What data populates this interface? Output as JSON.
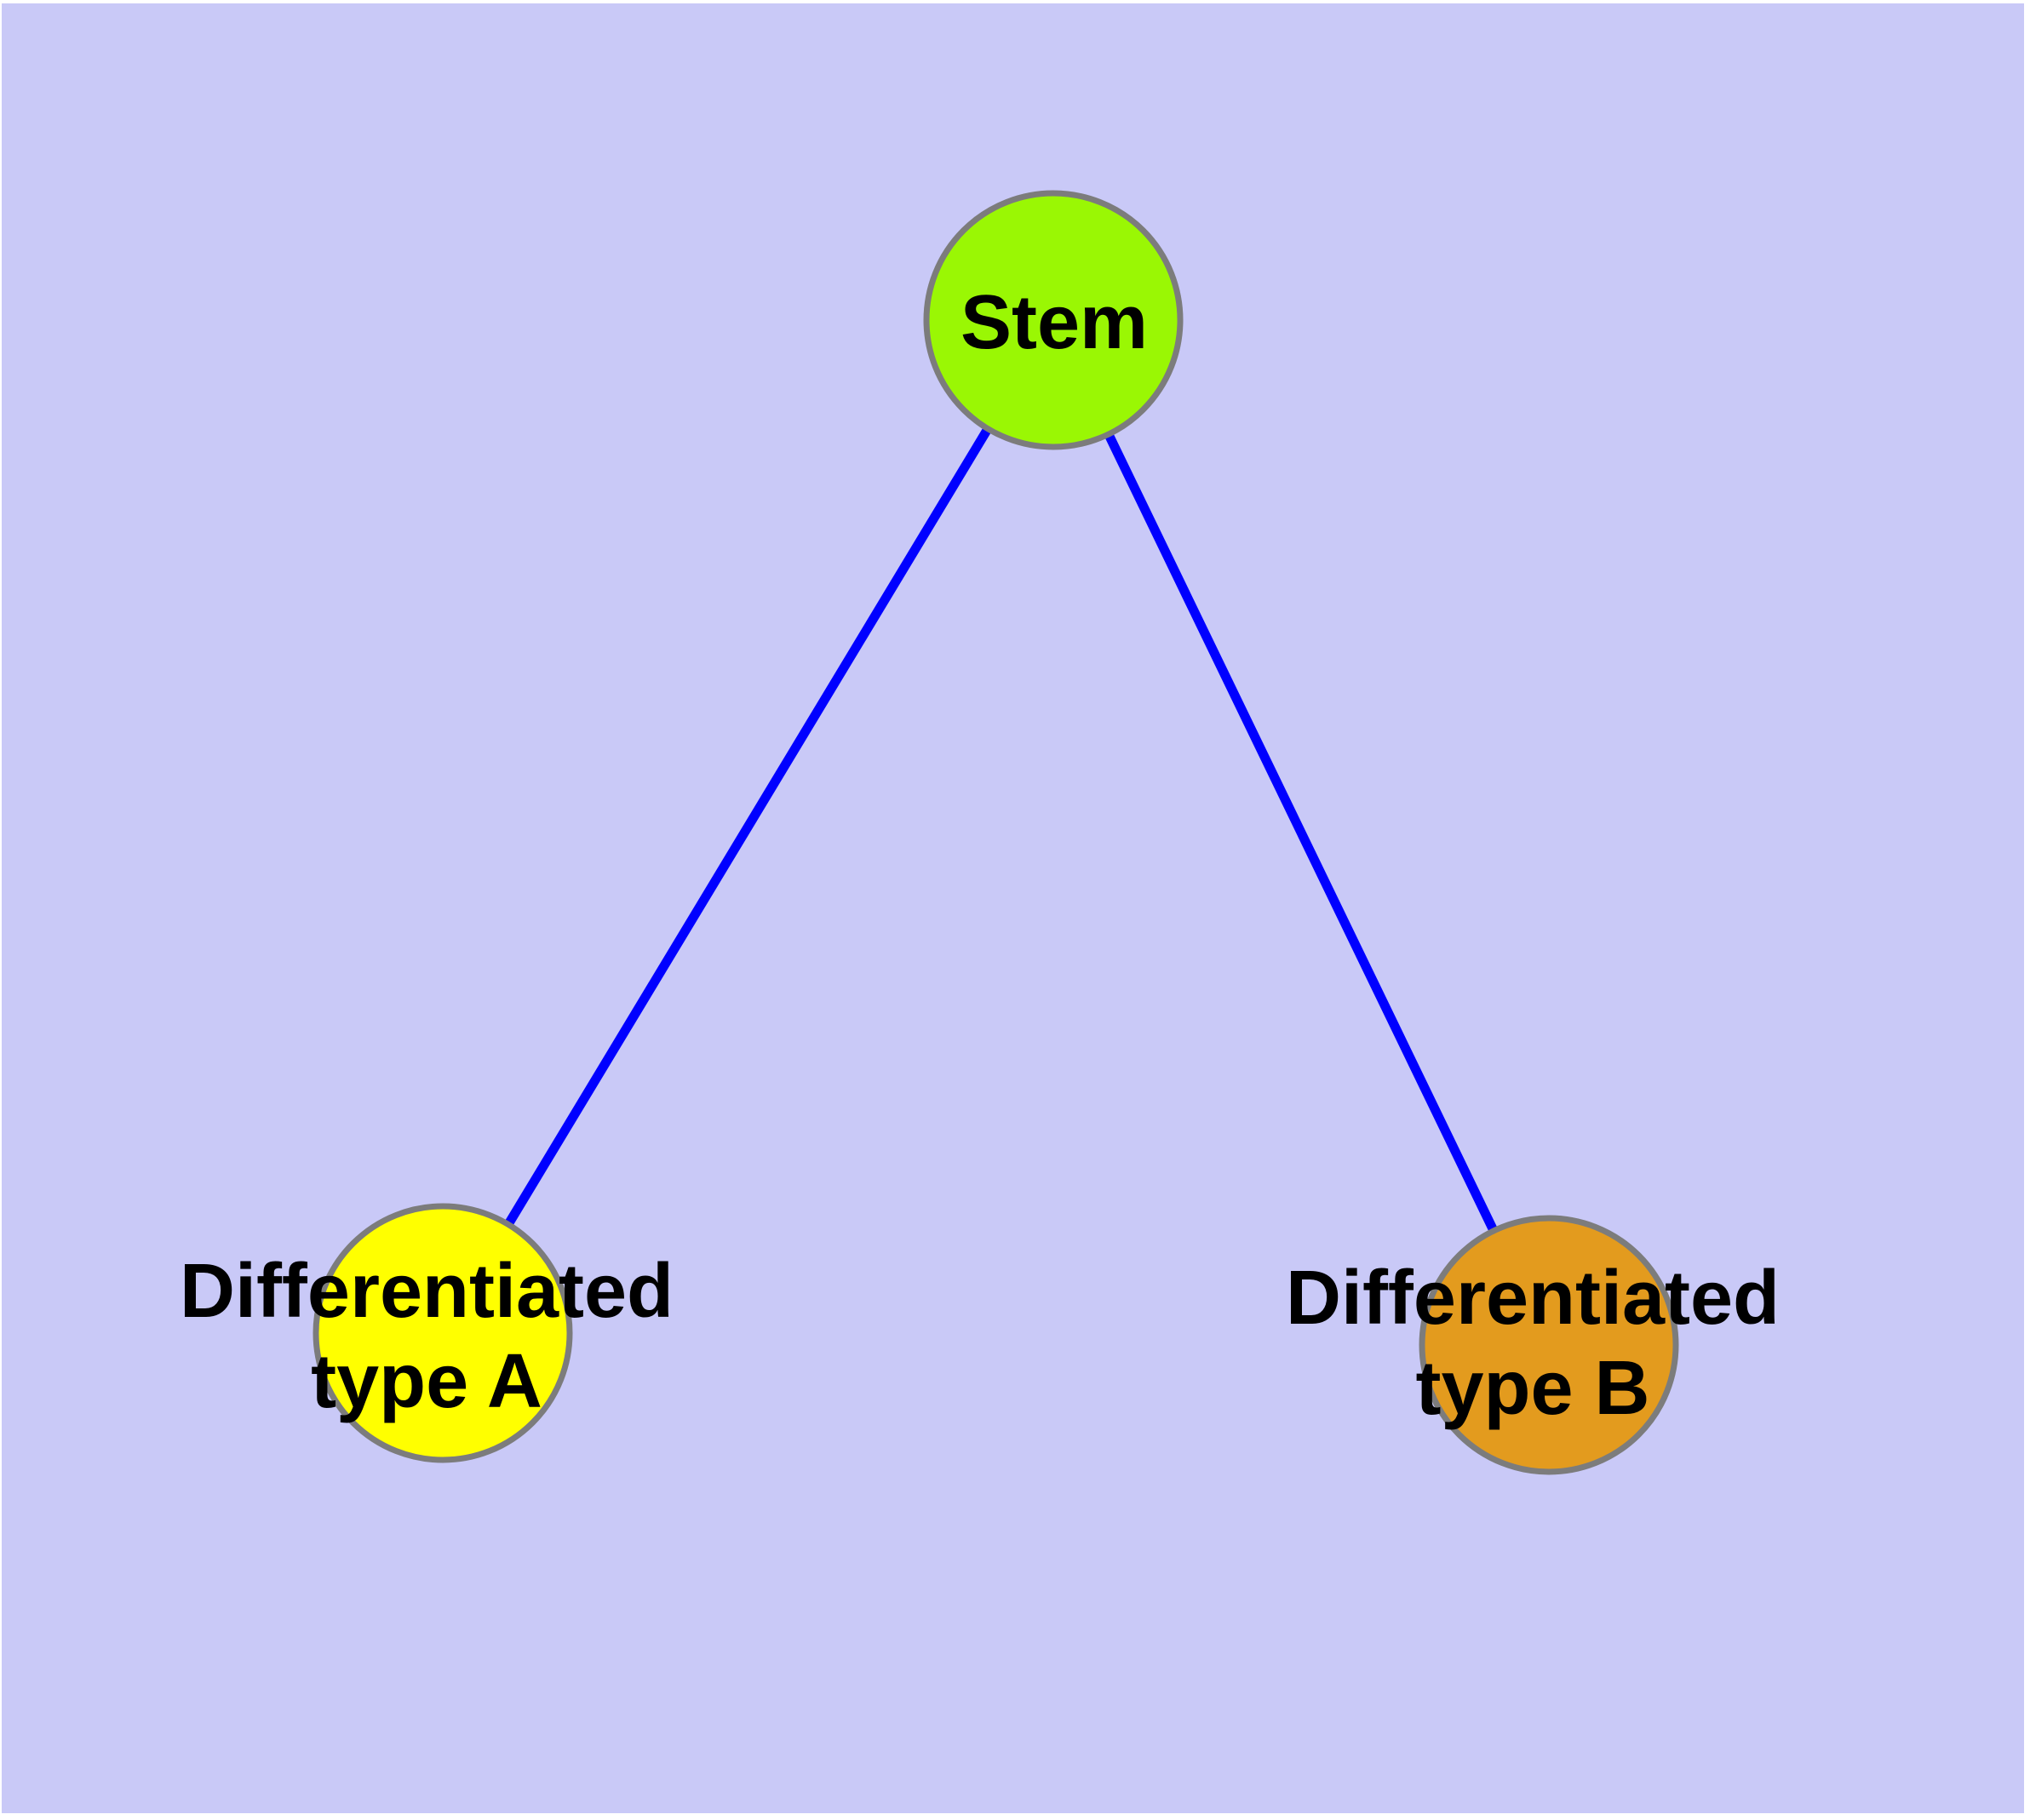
{
  "diagram": {
    "type": "node-link-graph",
    "background_color": "#c9c9f7",
    "page_margin_color": "#ffffff",
    "edge_color": "#0000ff",
    "node_border_color": "#7c7c7c",
    "label_color": "#000000",
    "nodes": [
      {
        "id": "stem",
        "label": "Stem",
        "fill": "#9af704"
      },
      {
        "id": "type-a",
        "label": "Differentiated type A",
        "line1": "Differentiated",
        "line2": "type A",
        "fill": "#ffff00"
      },
      {
        "id": "type-b",
        "label": "Differentiated type B",
        "line1": "Differentiated",
        "line2": "type B",
        "fill": "#e39b1e"
      }
    ],
    "edges": [
      {
        "from": "Stem",
        "to": "Differentiated type A"
      },
      {
        "from": "Stem",
        "to": "Differentiated type B"
      }
    ]
  }
}
